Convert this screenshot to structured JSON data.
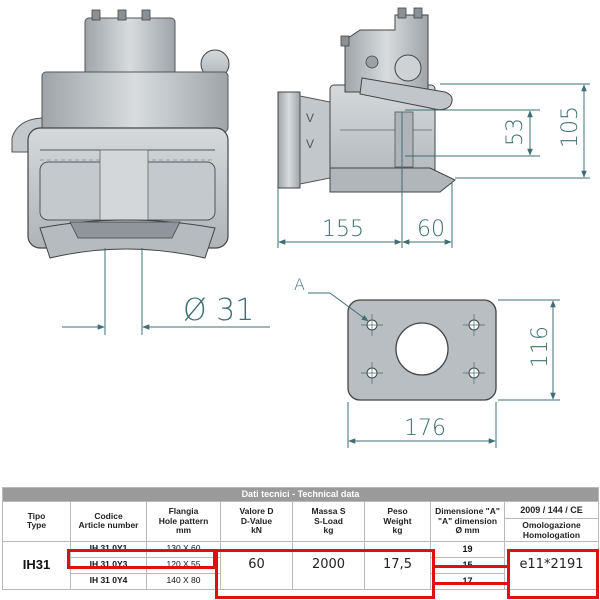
{
  "drawing": {
    "dim_diameter": "Ø 31",
    "dim_155": "155",
    "dim_60": "60",
    "dim_53": "53",
    "dim_105": "105",
    "dim_116": "116",
    "dim_176": "176",
    "label_A": "A",
    "colors": {
      "dimension": "#3f6f73",
      "body": "#c9ced2",
      "dark": "#6d7378"
    }
  },
  "table": {
    "title": "Dati tecnici - Technical data",
    "headers": {
      "tipo": [
        "Tipo",
        "Type"
      ],
      "codice": [
        "Codice",
        "Article number"
      ],
      "flangia": [
        "Flangia",
        "Hole pattern",
        "mm"
      ],
      "valore_d": [
        "Valore D",
        "D-Value",
        "kN"
      ],
      "massa_s": [
        "Massa S",
        "S-Load",
        "kg"
      ],
      "peso": [
        "Peso",
        "Weight",
        "kg"
      ],
      "dimensione_a": [
        "Dimensione \"A\"",
        "\"A\" dimension",
        "Ø mm"
      ],
      "omologazione_top": "2009 / 144 / CE",
      "omologazione_bot": [
        "Omologazione",
        "Homologation"
      ]
    },
    "tipo": "IH31",
    "rows": [
      {
        "article": "IH 31 0Y1",
        "flange": "130 X 60",
        "dim_a": "19"
      },
      {
        "article": "IH 31 0Y3",
        "flange": "120 X 55",
        "dim_a": "15"
      },
      {
        "article": "IH 31 0Y4",
        "flange": "140 X 80",
        "dim_a": "17"
      }
    ],
    "d_value": "60",
    "s_load": "2000",
    "weight": "17,5",
    "homologation": "e11*2191",
    "highlight_color": "#e01010"
  }
}
